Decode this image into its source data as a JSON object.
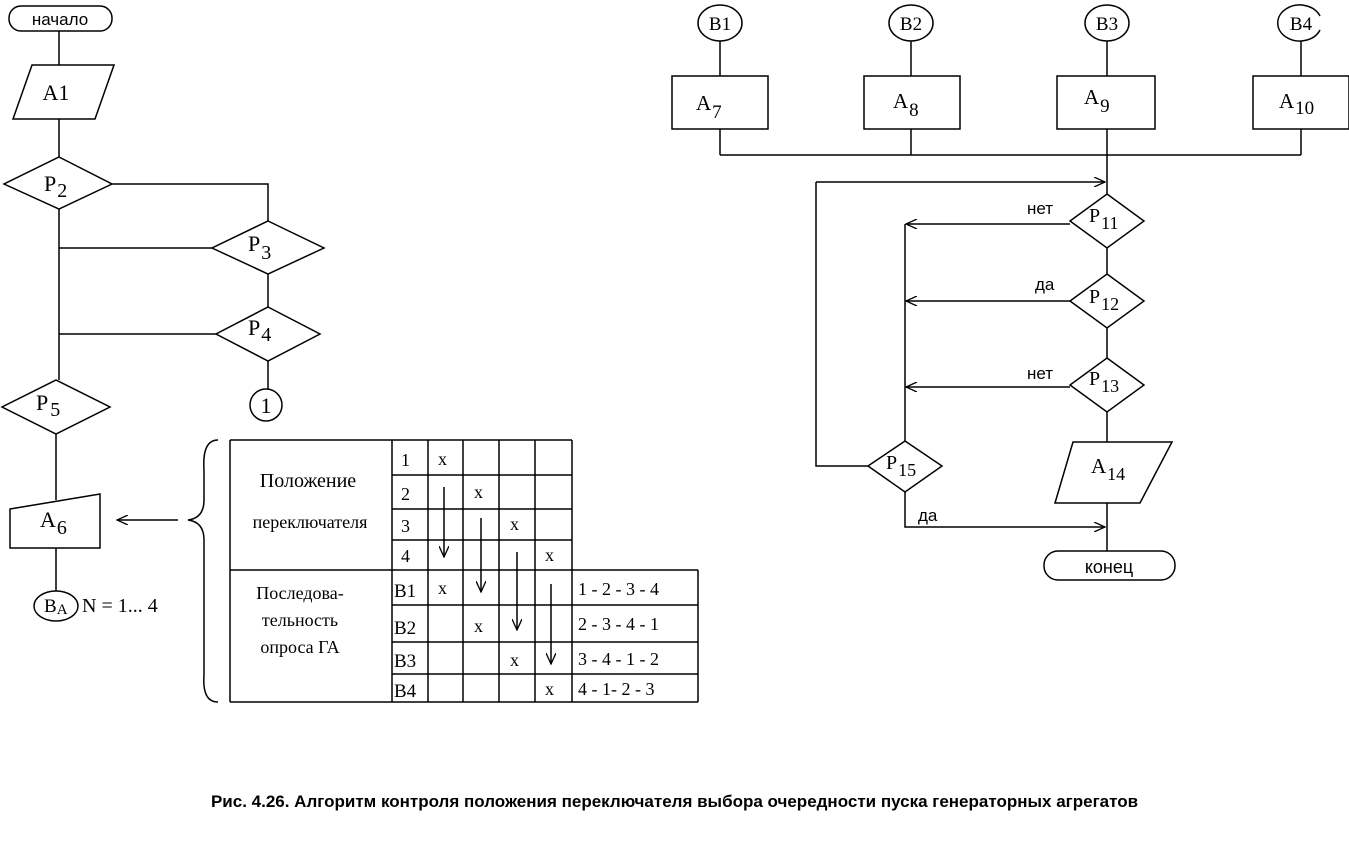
{
  "left": {
    "start": "начало",
    "a1": "A1",
    "p2": {
      "base": "P",
      "sub": "2"
    },
    "p3": {
      "base": "P",
      "sub": "3"
    },
    "p4": {
      "base": "P",
      "sub": "4"
    },
    "connector_1": "1",
    "p5": {
      "base": "P",
      "sub": "5"
    },
    "a6": {
      "base": "A",
      "sub": "6"
    },
    "ba": {
      "base": "B",
      "sub": "A"
    },
    "n_range": "N = 1... 4"
  },
  "table": {
    "switch_label": [
      "Положение",
      "переключателя"
    ],
    "poll_label": [
      "Последова-",
      "тельность",
      "опроса ГА"
    ],
    "positions": [
      "1",
      "2",
      "3",
      "4"
    ],
    "x_mark": "x",
    "rows": [
      "B1",
      "B2",
      "B3",
      "B4"
    ],
    "sequences": [
      "1 - 2 - 3 - 4",
      "2 - 3 - 4 - 1",
      "3 - 4 - 1 - 2",
      "4 - 1- 2 - 3"
    ]
  },
  "right": {
    "inputs": [
      "B1",
      "B2",
      "B3",
      "B4"
    ],
    "a7": {
      "base": "A",
      "sub": "7"
    },
    "a8": {
      "base": "A",
      "sub": "8"
    },
    "a9": {
      "base": "A",
      "sub": "9"
    },
    "a10": {
      "base": "A",
      "sub": "10"
    },
    "p11": {
      "base": "P",
      "sub": "11"
    },
    "p12": {
      "base": "P",
      "sub": "12"
    },
    "p13": {
      "base": "P",
      "sub": "13"
    },
    "a14": {
      "base": "A",
      "sub": "14"
    },
    "p15": {
      "base": "P",
      "sub": "15"
    },
    "no_1": "нет",
    "yes_1": "да",
    "no_2": "нет",
    "yes_2": "да",
    "end": "конец"
  },
  "caption": "Рис. 4.26. Алгоритм контроля положения переключателя выбора очередности пуска генераторных агрегатов"
}
